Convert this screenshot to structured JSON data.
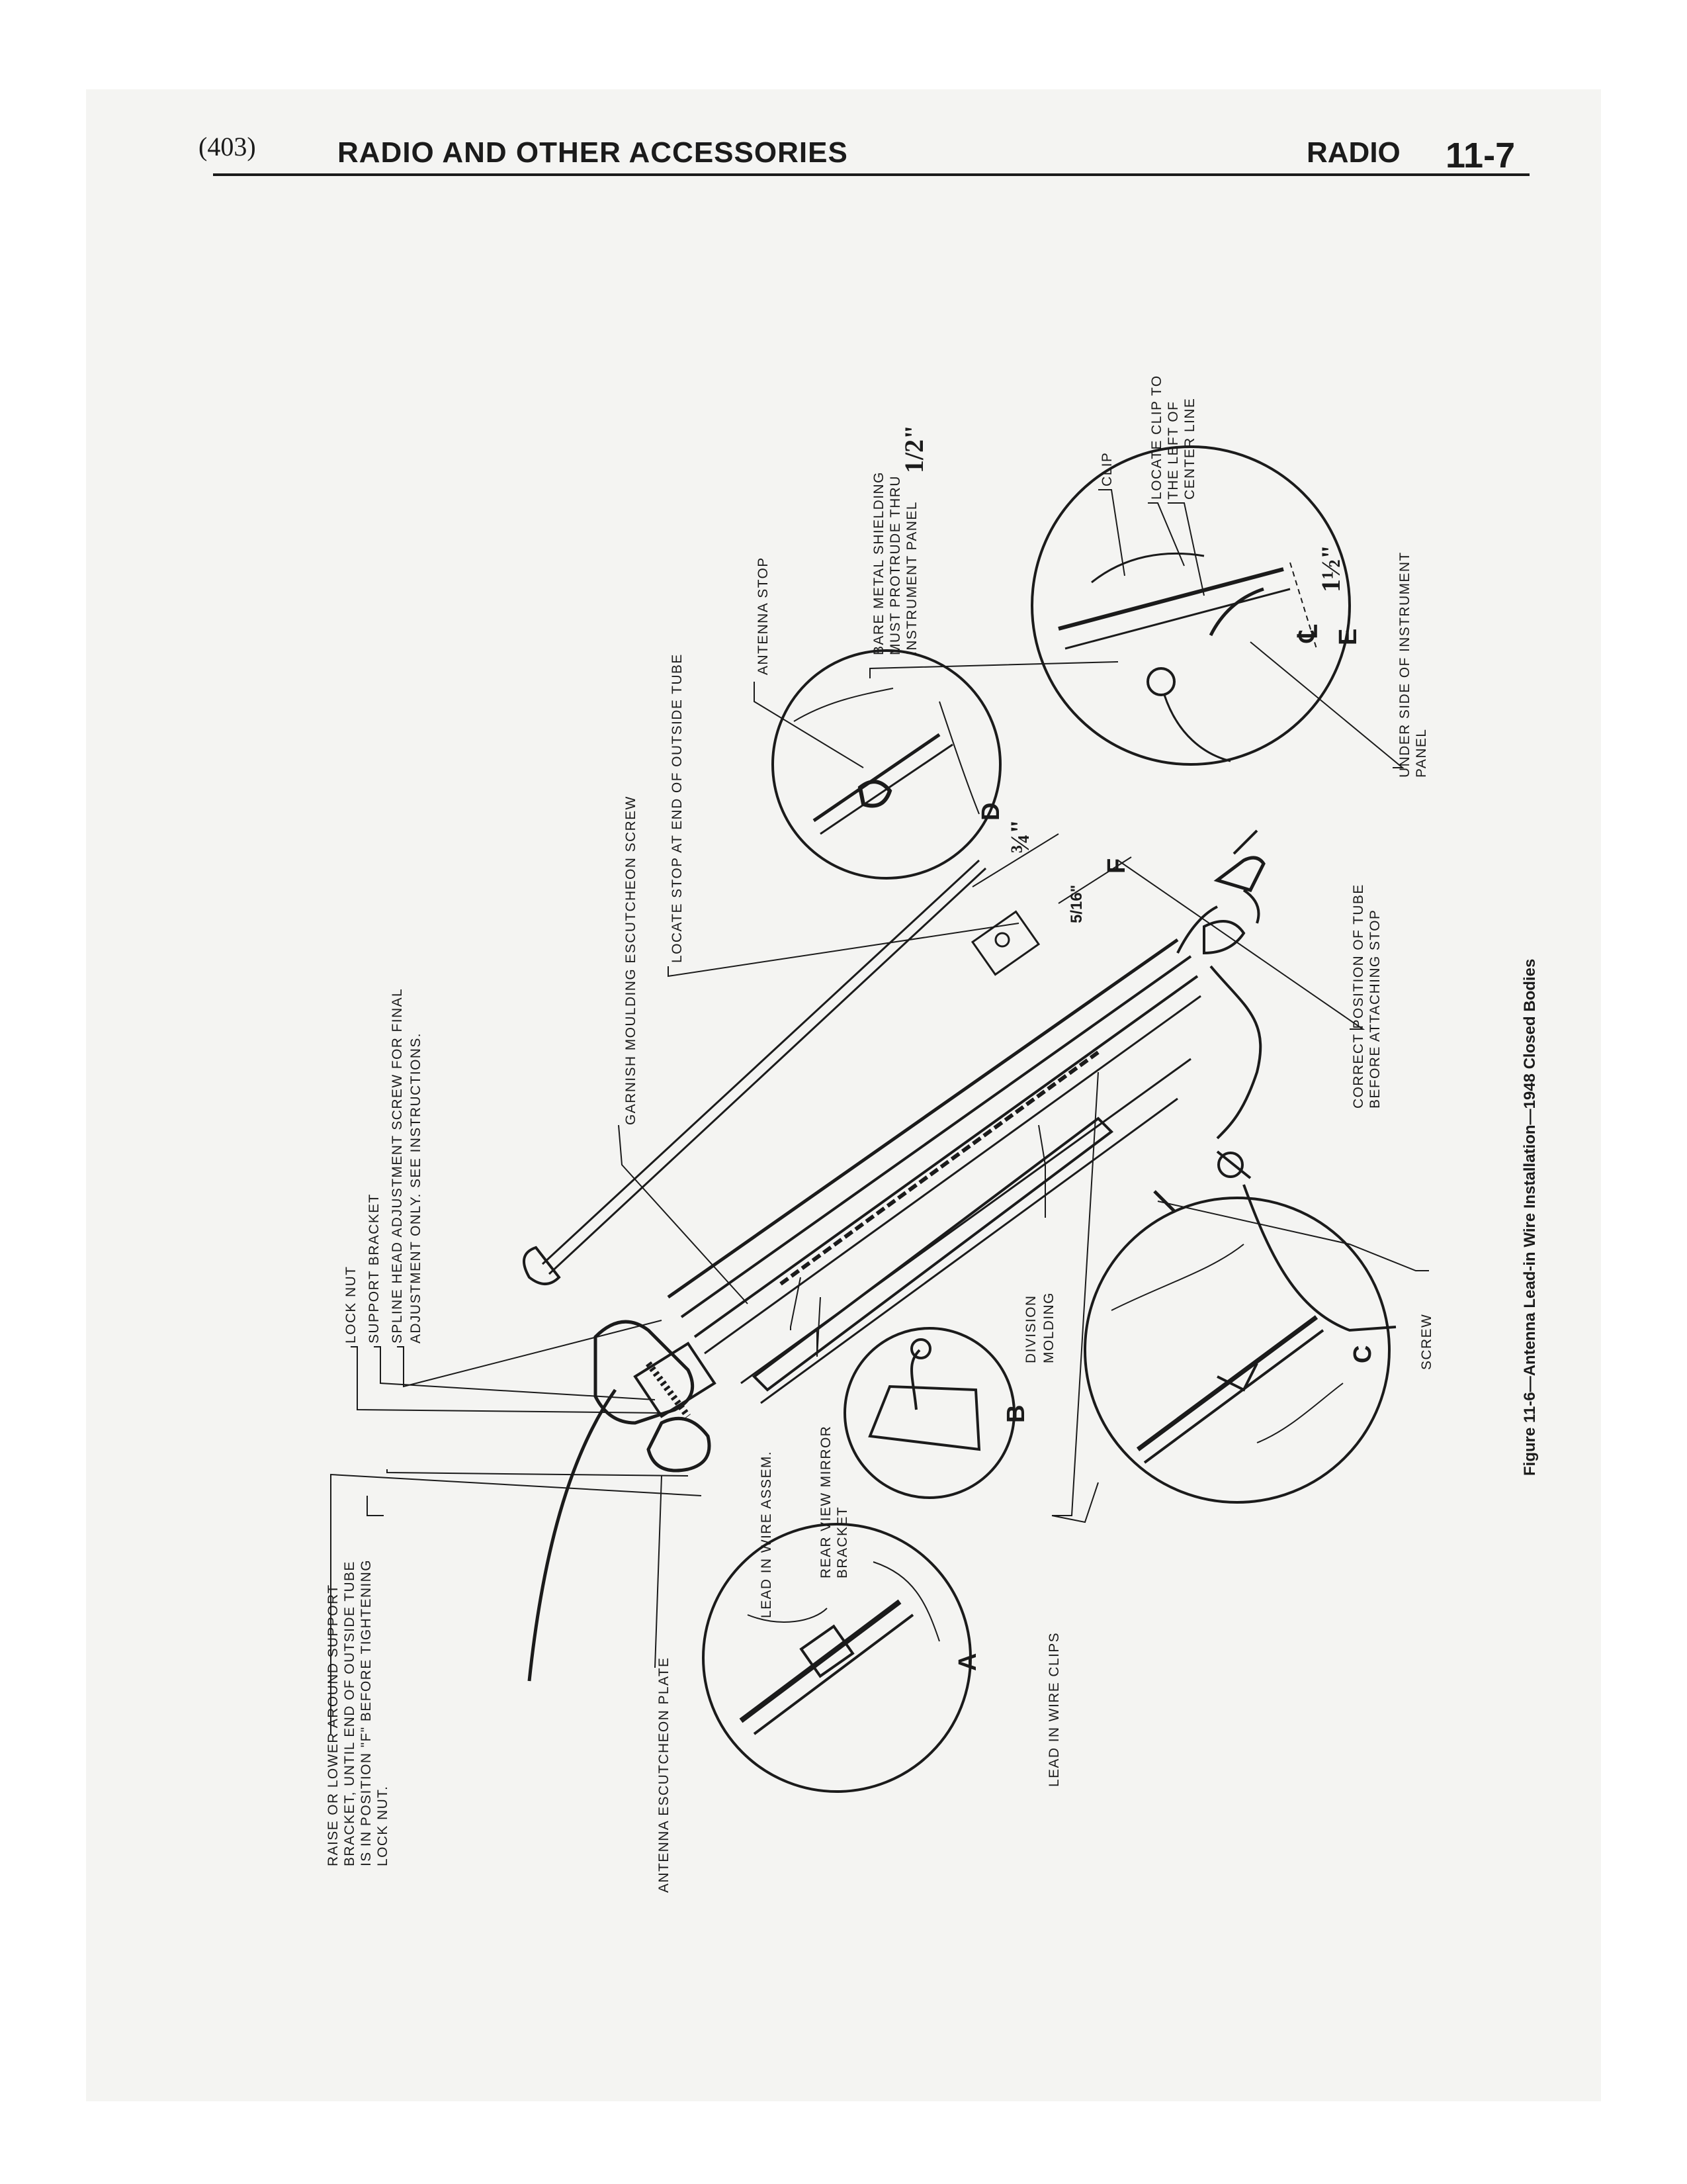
{
  "header": {
    "page_number": "(403)",
    "section_title": "RADIO AND OTHER ACCESSORIES",
    "topic": "RADIO",
    "page_ref": "11-7"
  },
  "figure": {
    "caption": "Figure 11-6—Antenna Lead-in Wire Installation—1948 Closed Bodies",
    "labels": {
      "raise_lower": [
        "RAISE  OR LOWER  AROUND SUPPORT",
        "BRACKET, UNTIL END OF OUTSIDE TUBE",
        "IS IN POSITION \"F\" BEFORE TIGHTENING",
        "LOCK  NUT."
      ],
      "antenna_escutcheon_plate": "ANTENNA  ESCUTCHEON PLATE",
      "lock_nut": "LOCK NUT",
      "support_bracket": "SUPPORT BRACKET",
      "spline_head": [
        "SPLINE HEAD ADJUSTMENT SCREW  FOR FINAL",
        "ADJUSTMENT ONLY. SEE INSTRUCTIONS."
      ],
      "garnish_moulding": "GARNISH MOULDING  ESCUTCHEON  SCREW",
      "locate_stop": "LOCATE   STOP  AT END OF OUTSIDE TUBE",
      "antenna_stop": "ANTENNA STOP",
      "bare_metal": [
        "BARE  METAL SHIELDING",
        "MUST PROTRUDE THRU",
        "INSTRUMENT PANEL"
      ],
      "half_inch": "1/2\"",
      "clip": "CLIP",
      "locate_clip": [
        "LOCATE CLIP TO",
        "THE LEFT OF",
        "CENTER LINE"
      ],
      "one_and_half": "1½\"",
      "under_side": [
        "UNDER SIDE OF INSTRUMENT",
        "PANEL"
      ],
      "correct_position": [
        "CORRECT POSITION OF TUBE",
        "BEFORE ATTACHING STOP"
      ],
      "three_quarter": "¾\"",
      "five_sixteenth": "5/16\"",
      "f_mark": "F",
      "division_molding": [
        "DIVISION",
        "MOLDING"
      ],
      "screw": "SCREW",
      "lead_in_wire_assem": "LEAD IN WIRE ASSEM.",
      "rear_view_mirror": [
        "REAR  VIEW MIRROR",
        "BRACKET"
      ],
      "lead_in_wire_clips": "LEAD IN WIRE CLIPS",
      "centerline_mark": "℄",
      "e_mark": "E"
    },
    "insets": [
      "A",
      "B",
      "C",
      "D"
    ]
  }
}
